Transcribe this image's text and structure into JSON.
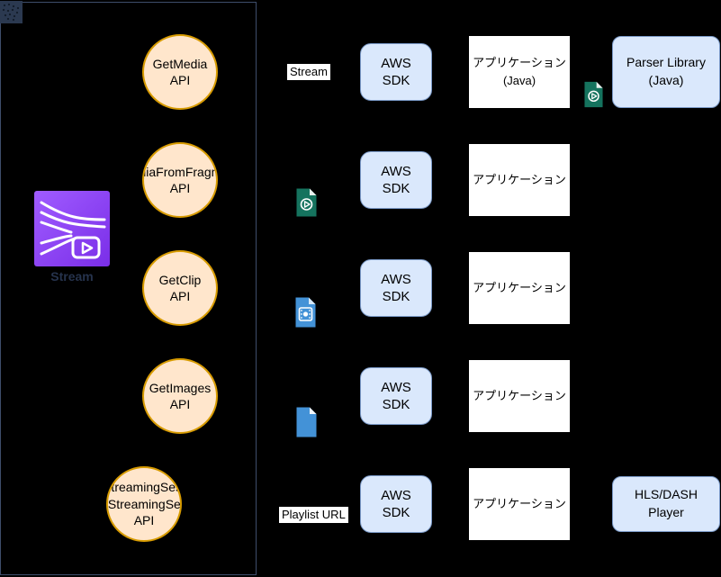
{
  "colors": {
    "background": "#000000",
    "group_border": "#3e4d6b",
    "circle_fill": "#ffe6cc",
    "circle_stroke": "#d79b00",
    "blue_box_fill": "#dae8fc",
    "blue_box_stroke": "#7a99c7",
    "app_box_fill": "#ffffff",
    "green_file": "#15735e",
    "blue_file": "#4392d7",
    "purple_icon": "#8b47f0",
    "label_bg": "#ffffff"
  },
  "group": {
    "corner_icon": "aws-cloud-icon"
  },
  "stream_service": {
    "icon": "kinesis-video-stream-icon",
    "label": "Stream"
  },
  "api_circles": [
    {
      "lines": [
        "GetMedia",
        "API"
      ]
    },
    {
      "lines": [
        "GetMediaFromFragmentList",
        "API"
      ]
    },
    {
      "lines": [
        "GetClip",
        "API"
      ]
    },
    {
      "lines": [
        "GetImages",
        "API"
      ]
    },
    {
      "lines": [
        "GetHLSStreamingSessionURL",
        "GetDASHStreamingSessionURL",
        "API"
      ]
    }
  ],
  "rows": [
    {
      "source_label": "Stream",
      "sdk_lines": [
        "AWS",
        "SDK"
      ],
      "app_lines": [
        "アプリケーション",
        "(Java)"
      ],
      "output_icon": "video-file-icon",
      "target_lines": [
        "Parser Library",
        "(Java)"
      ]
    },
    {
      "source_icon": "video-file-icon",
      "sdk_lines": [
        "AWS",
        "SDK"
      ],
      "app_lines": [
        "アプリケーション"
      ]
    },
    {
      "source_icon": "video-frame-file-icon",
      "sdk_lines": [
        "AWS",
        "SDK"
      ],
      "app_lines": [
        "アプリケーション"
      ]
    },
    {
      "source_icon": "document-file-icon",
      "sdk_lines": [
        "AWS",
        "SDK"
      ],
      "app_lines": [
        "アプリケーション"
      ]
    },
    {
      "source_label": "Playlist URL",
      "sdk_lines": [
        "AWS",
        "SDK"
      ],
      "app_lines": [
        "アプリケーション"
      ],
      "target_lines": [
        "HLS/DASH",
        "Player"
      ]
    }
  ]
}
